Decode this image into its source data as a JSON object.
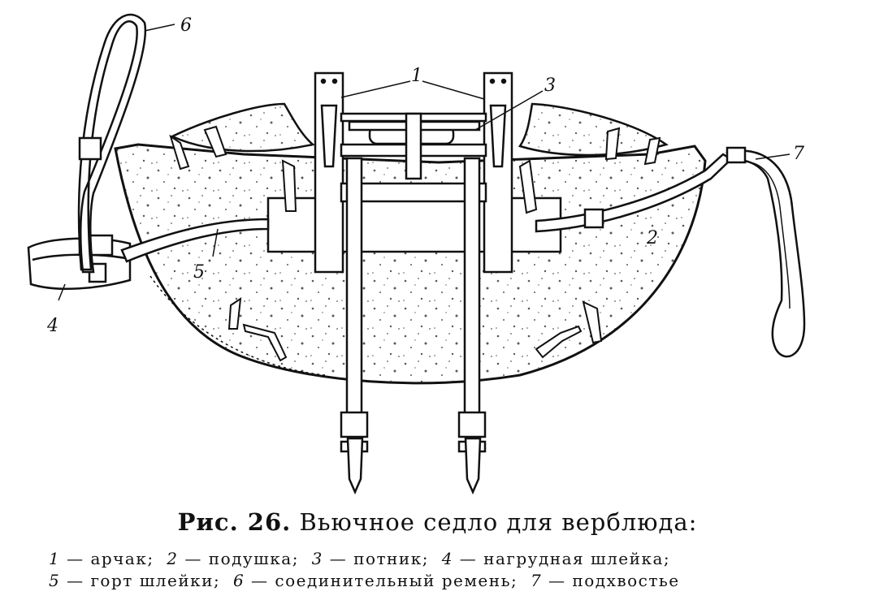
{
  "figure": {
    "labels": {
      "arch": "1",
      "pad": "2",
      "felt": "3",
      "breast": "4",
      "breast_strap": "5",
      "connect": "6",
      "crupper": "7"
    }
  },
  "caption": {
    "fig_no": "Рис. 26.",
    "title": "Вьючное седло для верблюда:"
  },
  "legend": [
    {
      "num": "1",
      "text": "— арчак;"
    },
    {
      "num": "2",
      "text": "— подушка;"
    },
    {
      "num": "3",
      "text": "— потник;"
    },
    {
      "num": "4",
      "text": "— нагрудная шлейка;"
    },
    {
      "num": "5",
      "text": "— горт шлейки;"
    },
    {
      "num": "6",
      "text": "— соединительный ремень;"
    },
    {
      "num": "7",
      "text": "— подхвостье"
    }
  ]
}
